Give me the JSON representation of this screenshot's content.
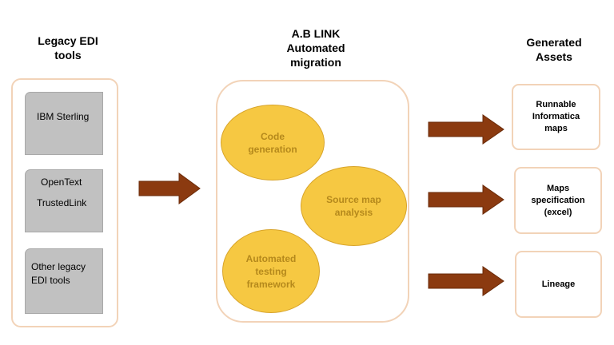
{
  "headers": {
    "legacy": [
      "Legacy EDI",
      "tools"
    ],
    "migration": [
      "A.B LINK",
      "Automated",
      "migration"
    ],
    "assets": [
      "Generated",
      "Assets"
    ]
  },
  "legacy_tools": [
    [
      "IBM Sterling"
    ],
    [
      "OpenText",
      "TrustedLink"
    ],
    [
      "Other legacy",
      "EDI tools"
    ]
  ],
  "migration_steps": [
    [
      "Code",
      "generation"
    ],
    [
      "Source map",
      "analysis"
    ],
    [
      "Automated",
      "testing",
      "framework"
    ]
  ],
  "assets": [
    [
      "Runnable",
      "Informatica",
      "maps"
    ],
    [
      "Maps",
      "specification",
      "(excel)"
    ],
    [
      "Lineage"
    ]
  ],
  "colors": {
    "panel_border": "#f2d3b8",
    "legacy_fill": "#c1c1c1",
    "oval_fill": "#f6c842",
    "oval_text": "#b5891c",
    "arrow_fill": "#8b3a10"
  }
}
